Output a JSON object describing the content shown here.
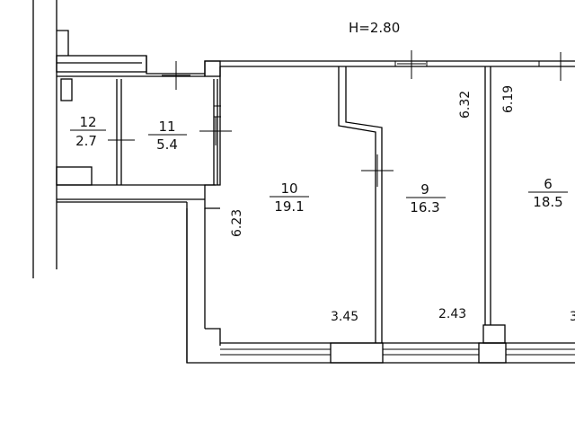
{
  "plan": {
    "ceiling_height": "H=2.80",
    "rooms": [
      {
        "number": "12",
        "area": "2.7"
      },
      {
        "number": "11",
        "area": "5.4"
      },
      {
        "number": "10",
        "area": "19.1"
      },
      {
        "number": "9",
        "area": "16.3"
      },
      {
        "number": "6",
        "area": "18.5"
      }
    ],
    "dimensions": [
      "6.32",
      "6.19",
      "6.23",
      "3.45",
      "2.43",
      "3"
    ]
  }
}
